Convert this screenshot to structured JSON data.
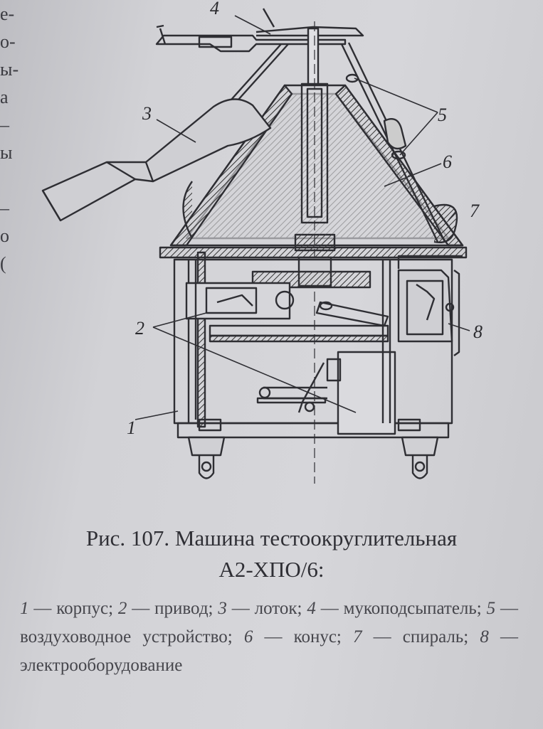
{
  "margin_fragments": [
    "е-",
    "о-",
    "ы-",
    "а",
    "–",
    "ы",
    "",
    "–",
    "о",
    "("
  ],
  "callouts": {
    "c1": "1",
    "c2": "2",
    "c3": "3",
    "c4": "4",
    "c5": "5",
    "c6": "6",
    "c7": "7",
    "c8": "8"
  },
  "caption": {
    "line1": "Рис. 107. Машина тестоокруглительная",
    "line2": "А2-ХПО/6:"
  },
  "legend": [
    {
      "num": "1",
      "text": " — корпус; "
    },
    {
      "num": "2",
      "text": " — привод; "
    },
    {
      "num": "3",
      "text": " — лоток; "
    },
    {
      "num": "4",
      "text": " — мукоподсыпатель; "
    },
    {
      "num": "5",
      "text": " — воздуховодное устройство; "
    },
    {
      "num": "6",
      "text": " — конус; "
    },
    {
      "num": "7",
      "text": " — спираль; "
    },
    {
      "num": "8",
      "text": " — электрооборудование"
    }
  ]
}
